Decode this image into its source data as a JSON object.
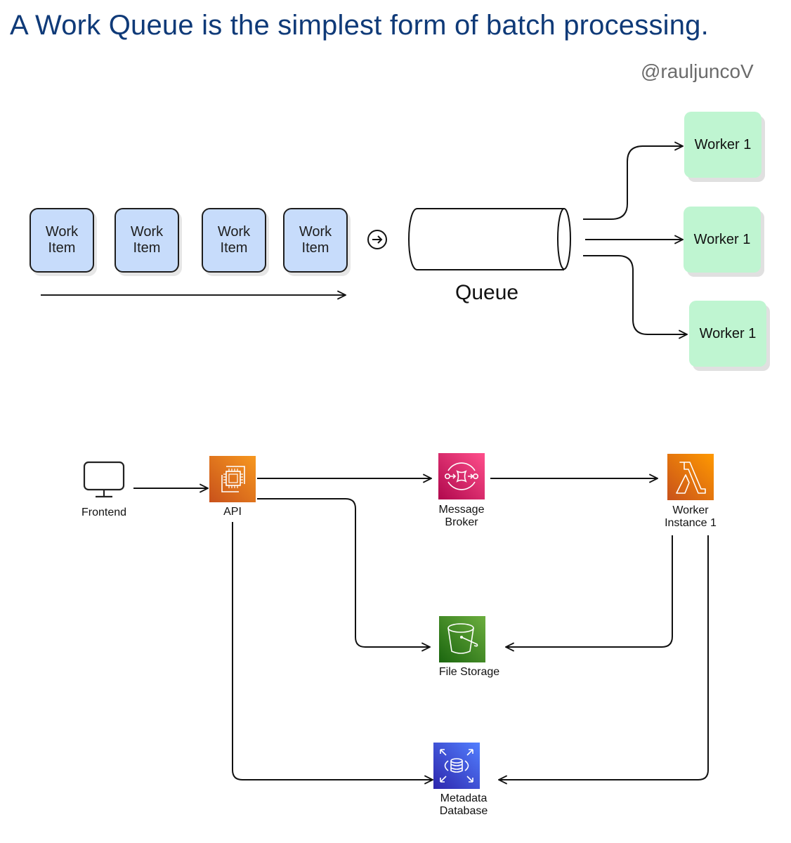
{
  "header": {
    "title": "A Work Queue is the simplest form of batch processing.",
    "handle": "@rauljuncoV"
  },
  "work_queue_diagram": {
    "work_items": [
      {
        "line1": "Work",
        "line2": "Item"
      },
      {
        "line1": "Work",
        "line2": "Item"
      },
      {
        "line1": "Work",
        "line2": "Item"
      },
      {
        "line1": "Work",
        "line2": "Item"
      }
    ],
    "queue_label": "Queue",
    "workers": [
      {
        "label": "Worker 1"
      },
      {
        "label": "Worker 1"
      },
      {
        "label": "Worker 1"
      }
    ],
    "colors": {
      "work_item_fill": "#c7dcfb",
      "worker_fill": "#bff5d1"
    }
  },
  "architecture_diagram": {
    "nodes": {
      "frontend": {
        "label": "Frontend",
        "icon": "monitor-icon"
      },
      "api": {
        "label": "API",
        "icon": "ec2-chip-icon",
        "color": "#e8730f"
      },
      "broker": {
        "line1": "Message",
        "line2": "Broker",
        "icon": "sqs-queue-icon",
        "color": "#d6336c"
      },
      "worker": {
        "line1": "Worker",
        "line2": "Instance 1",
        "icon": "lambda-icon",
        "color": "#ea7a12"
      },
      "storage": {
        "label": "File Storage",
        "icon": "s3-bucket-icon",
        "color": "#3f8d2a"
      },
      "database": {
        "line1": "Metadata",
        "line2": "Database",
        "icon": "rds-database-icon",
        "color": "#3b4fe0"
      }
    },
    "edges": [
      {
        "from": "Frontend",
        "to": "API"
      },
      {
        "from": "API",
        "to": "Message Broker"
      },
      {
        "from": "API",
        "to": "File Storage"
      },
      {
        "from": "API",
        "to": "Metadata Database"
      },
      {
        "from": "Message Broker",
        "to": "Worker Instance 1"
      },
      {
        "from": "Worker Instance 1",
        "to": "File Storage"
      },
      {
        "from": "Worker Instance 1",
        "to": "Metadata Database"
      }
    ]
  }
}
